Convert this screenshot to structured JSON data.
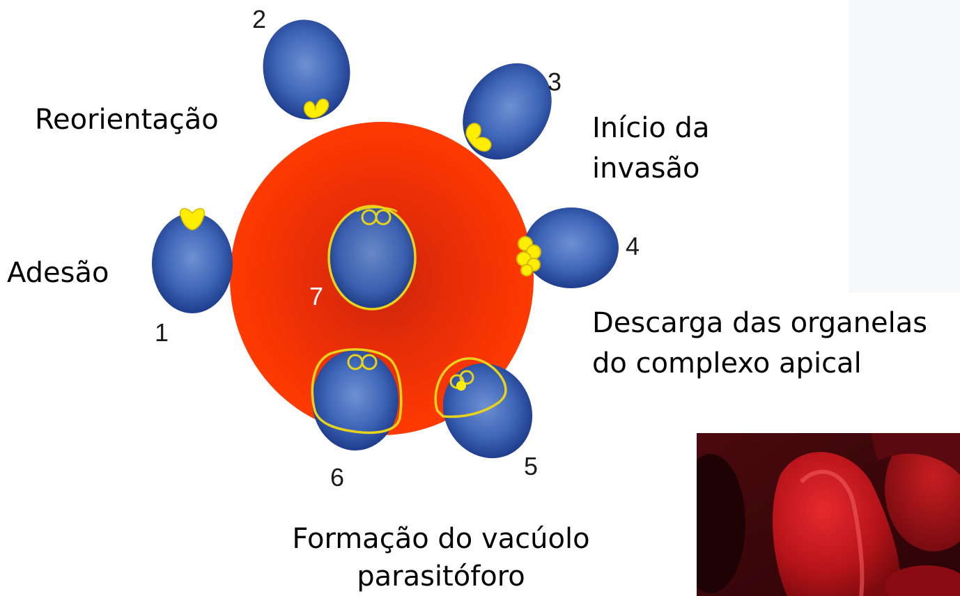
{
  "labels": {
    "reorientacao": "Reorientação",
    "inicio_da": "Início da",
    "invasao": "invasão",
    "adesao": "Adesão",
    "descarga_1": "Descarga das organelas",
    "descarga_2": "do complexo apical",
    "formacao_1": "Formação do vacúolo",
    "formacao_2": "parasitóforo"
  },
  "stage_numbers": [
    "1",
    "2",
    "3",
    "4",
    "5",
    "6",
    "7"
  ],
  "colors": {
    "erythrocyte": "#ff3300",
    "erythrocyte_center": "#d92a0a",
    "merozoite": "#3a64b8",
    "merozoite_edge": "#23408c",
    "apical_organelles": "#ffee00",
    "vacuole_outline": "#e8d31a",
    "photo_background": "#3a0508",
    "photo_cell": "#c0141c"
  },
  "photo": {
    "description_icon": "red-blood-cell-photo"
  }
}
